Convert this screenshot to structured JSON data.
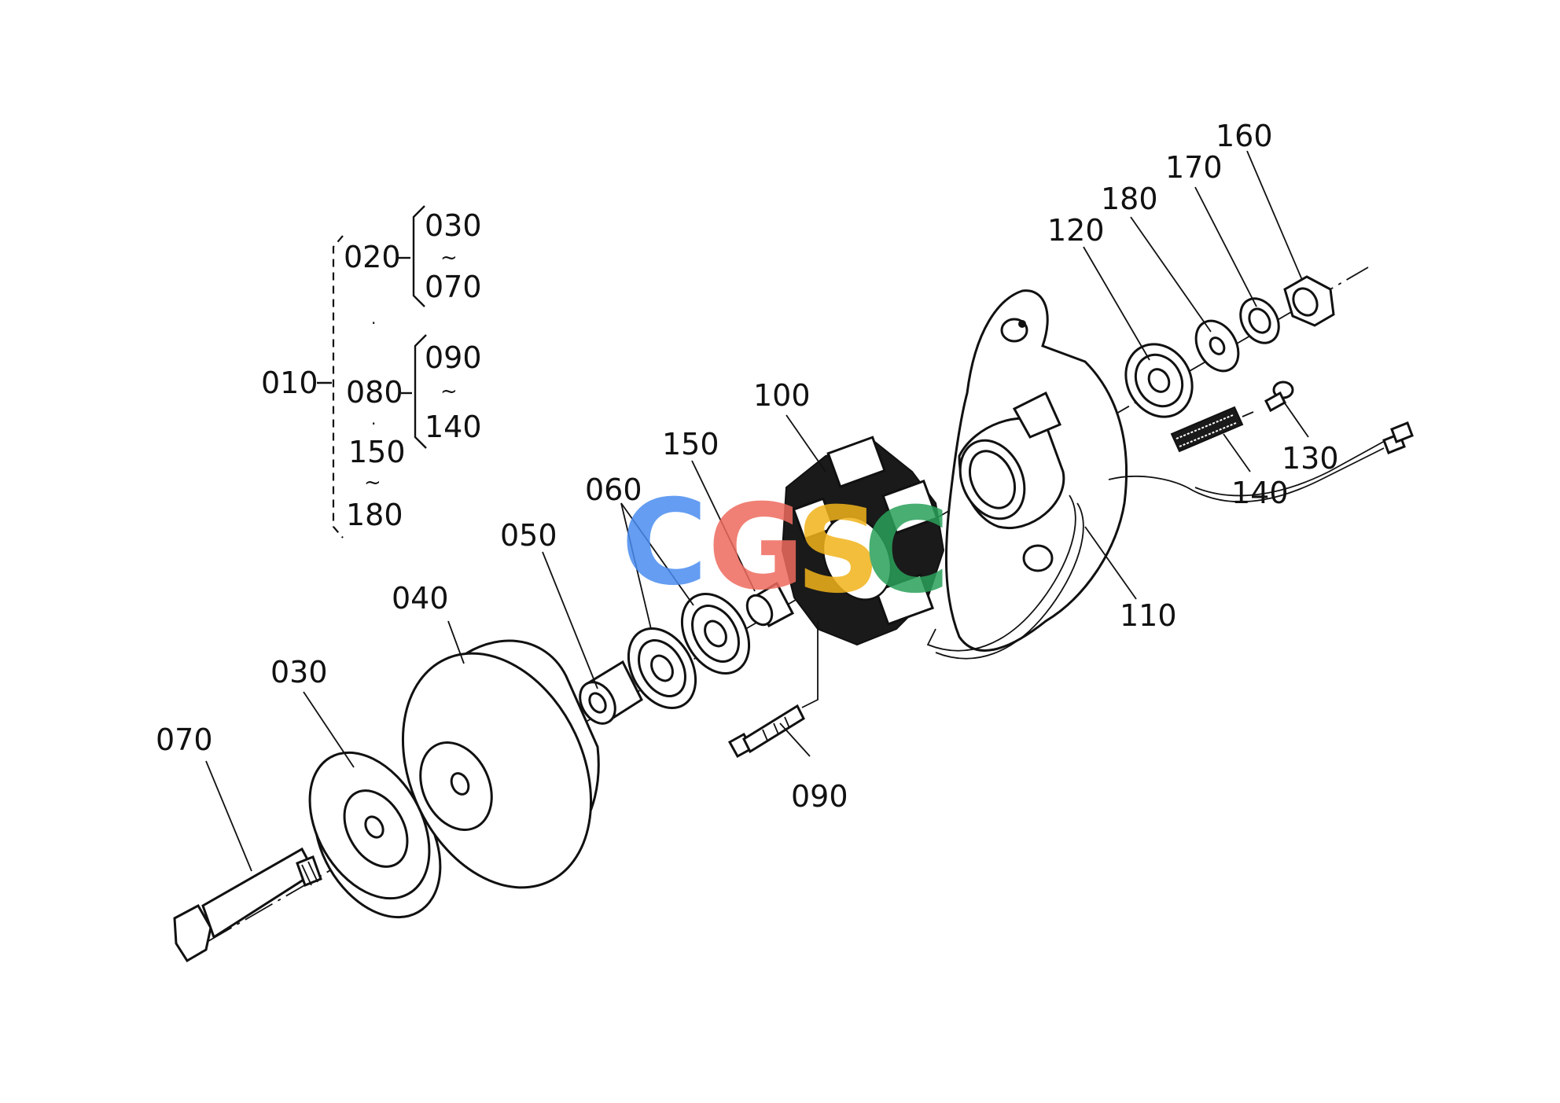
{
  "tree": {
    "root": "010",
    "groups": [
      {
        "code": "020",
        "range_from": "030",
        "range_sep": "~",
        "range_to": "070"
      },
      {
        "code": "080",
        "range_from": "090",
        "range_sep": "~",
        "range_to": "140"
      },
      {
        "range_from": "150",
        "range_sep": "~",
        "range_to": "180"
      }
    ]
  },
  "callouts": {
    "p070": "070",
    "p030": "030",
    "p040": "040",
    "p050": "050",
    "p060": "060",
    "p150": "150",
    "p100": "100",
    "p090": "090",
    "p110": "110",
    "p120": "120",
    "p180": "180",
    "p170": "170",
    "p160": "160",
    "p130": "130",
    "p140": "140"
  },
  "watermark": {
    "letters": [
      "C",
      "G",
      "S",
      "C"
    ],
    "colors": [
      "#4a8cf0",
      "#ee6a5e",
      "#f2b31b",
      "#2aa05a"
    ]
  }
}
